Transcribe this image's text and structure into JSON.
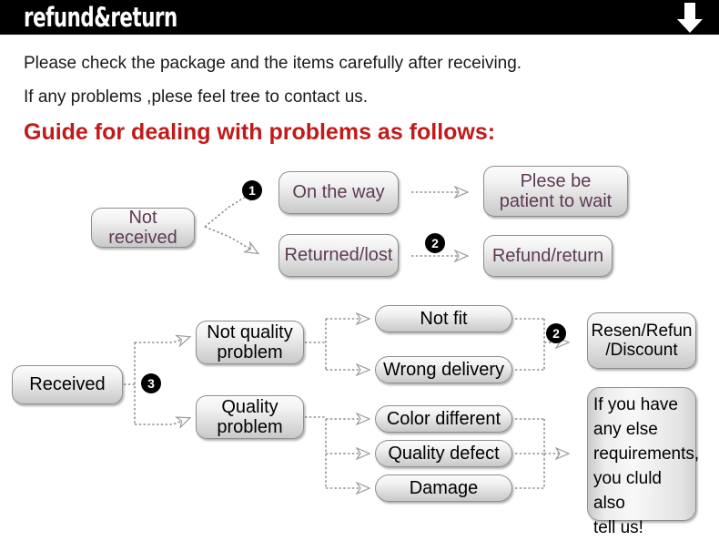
{
  "header": {
    "title": "refund&return",
    "arrow_icon": "down-arrow-icon"
  },
  "intro": {
    "line1": "Please check the package and the items carefully after receiving.",
    "line2": "If any problems ,plese feel tree to contact us.",
    "heading": "Guide for dealing with problems as follows:"
  },
  "colors": {
    "header_bg": "#000000",
    "header_text": "#ffffff",
    "heading_red": "#c21a1a",
    "box_text_purple": "#5c3a55",
    "box_text_black": "#000000",
    "box_border": "#8e8e8e",
    "connector": "#9a9a9a"
  },
  "flow_not_received": {
    "source": "Not received",
    "branch_badge": "1",
    "branch_top": "On the way",
    "branch_bottom": "Returned/lost",
    "result_top": "Plese be\npatient to wait",
    "result_top_line1": "Plese be",
    "result_top_line2": "patient to wait",
    "result_bottom_badge": "2",
    "result_bottom": "Refund/return"
  },
  "flow_received": {
    "source": "Received",
    "branch_badge": "3",
    "category_top_line1": "Not quality",
    "category_top_line2": "problem",
    "category_bottom_line1": "Quality",
    "category_bottom_line2": "problem",
    "issues_not_quality": [
      "Not fit",
      "Wrong delivery"
    ],
    "issues_quality": [
      "Color different",
      "Quality defect",
      "Damage"
    ],
    "outcome_badge": "2",
    "outcome_line1": "Resen/Refun",
    "outcome_line2": "/Discount",
    "note_lines": [
      "If you have",
      "any else",
      "requirements,",
      "you cluld also",
      "tell us!"
    ]
  }
}
